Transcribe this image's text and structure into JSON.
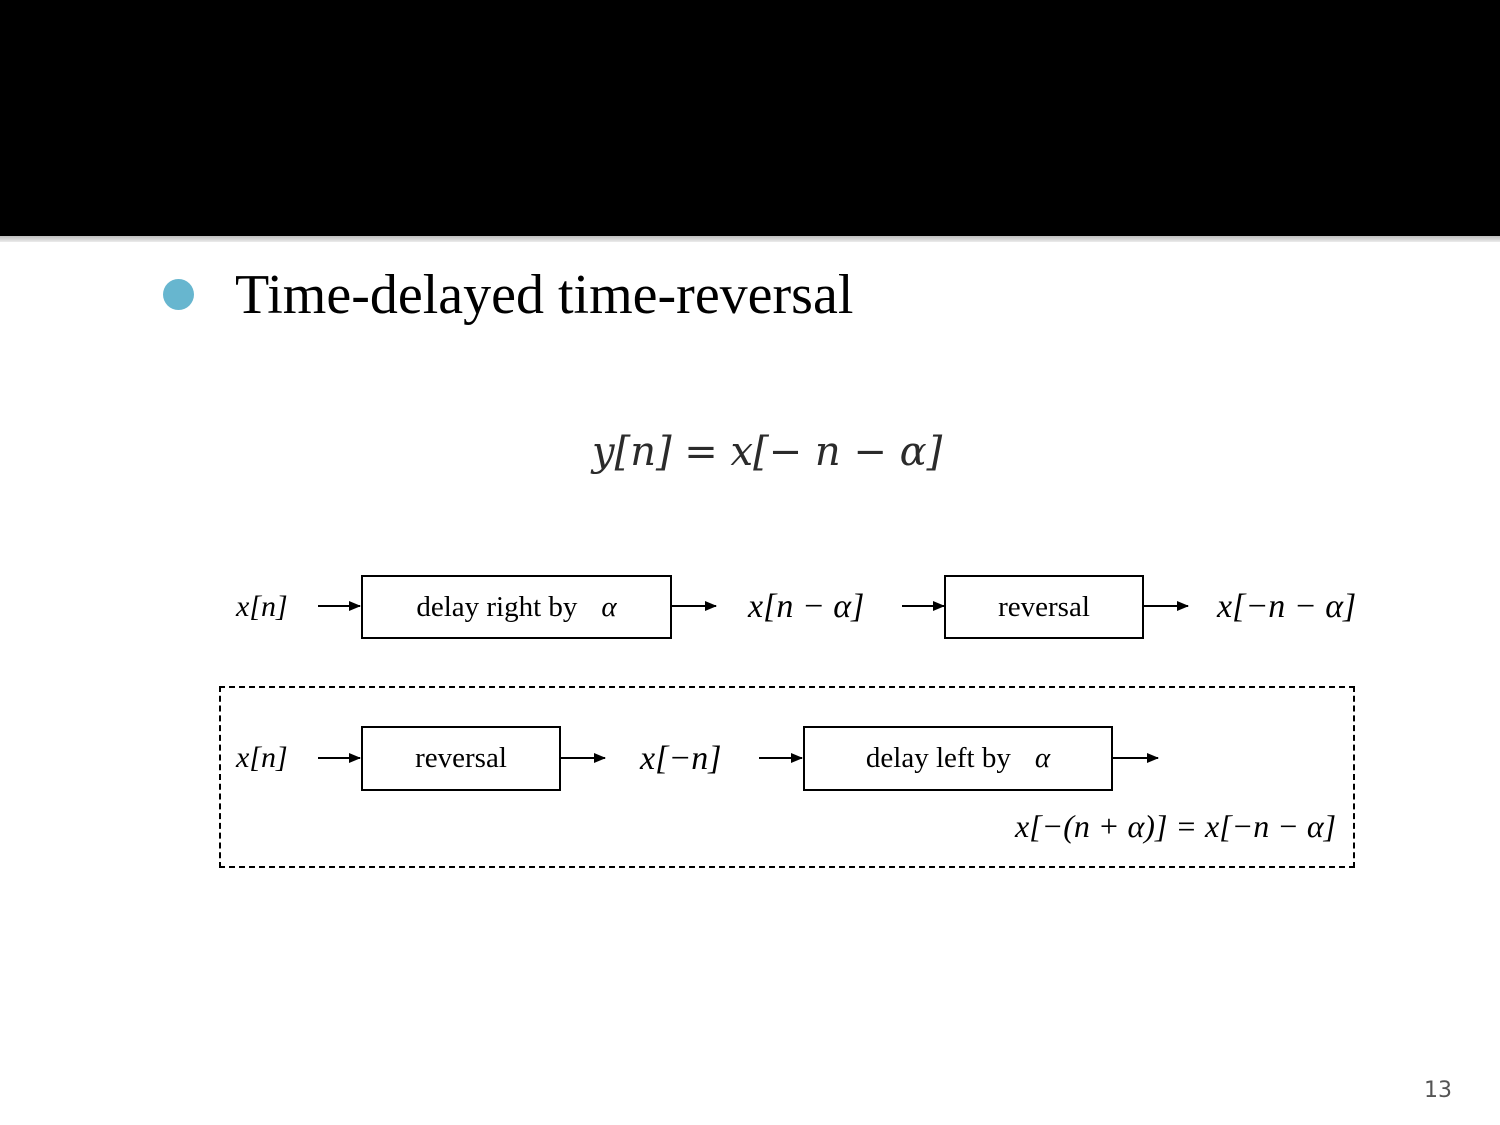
{
  "slide": {
    "bullet": "Time-delayed time-reversal",
    "formula": "y[n] = x[− n − α]",
    "page_number": "13"
  },
  "diagram": {
    "row1": {
      "input": "x[n]",
      "block1": {
        "label": "delay right by",
        "param": "α"
      },
      "mid_signal": "x[n − α]",
      "block2": {
        "label": "reversal"
      },
      "output": "x[−n − α]"
    },
    "row2": {
      "input": "x[n]",
      "block1": {
        "label": "reversal"
      },
      "mid_signal": "x[−n]",
      "block2": {
        "label": "delay left by",
        "param": "α"
      },
      "output": "x[−(n + α)] = x[−n − α]"
    }
  },
  "colors": {
    "header": "#000000",
    "bullet": "#67b6cf"
  }
}
